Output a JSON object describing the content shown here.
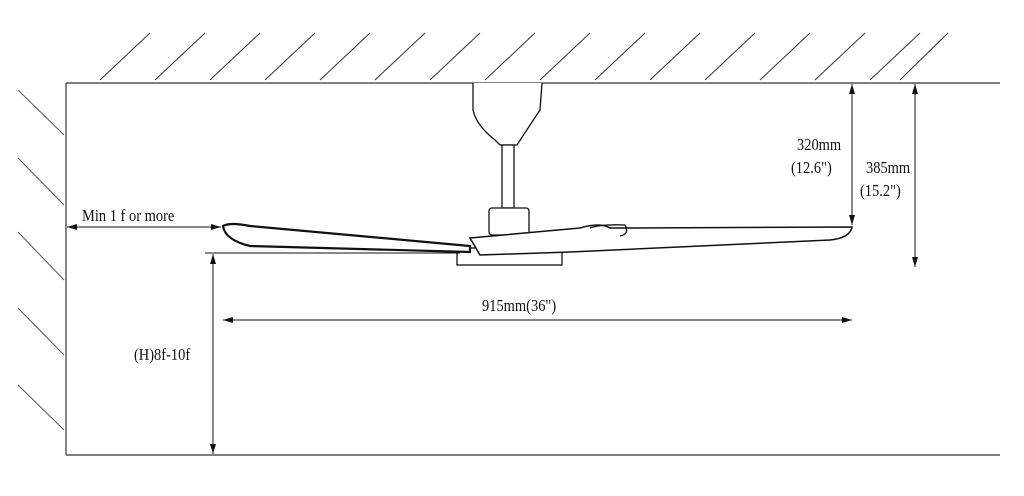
{
  "labels": {
    "clearance_side": "Min 1 f or more",
    "drop_short_mm": "320mm",
    "drop_short_in": "(12.6\")",
    "drop_total_mm": "385mm",
    "drop_total_in": "(15.2\")",
    "diameter": "915mm(36\")",
    "mount_height": "(H)8f-10f"
  },
  "colors": {
    "line": "#111111",
    "wall": "#777777"
  }
}
